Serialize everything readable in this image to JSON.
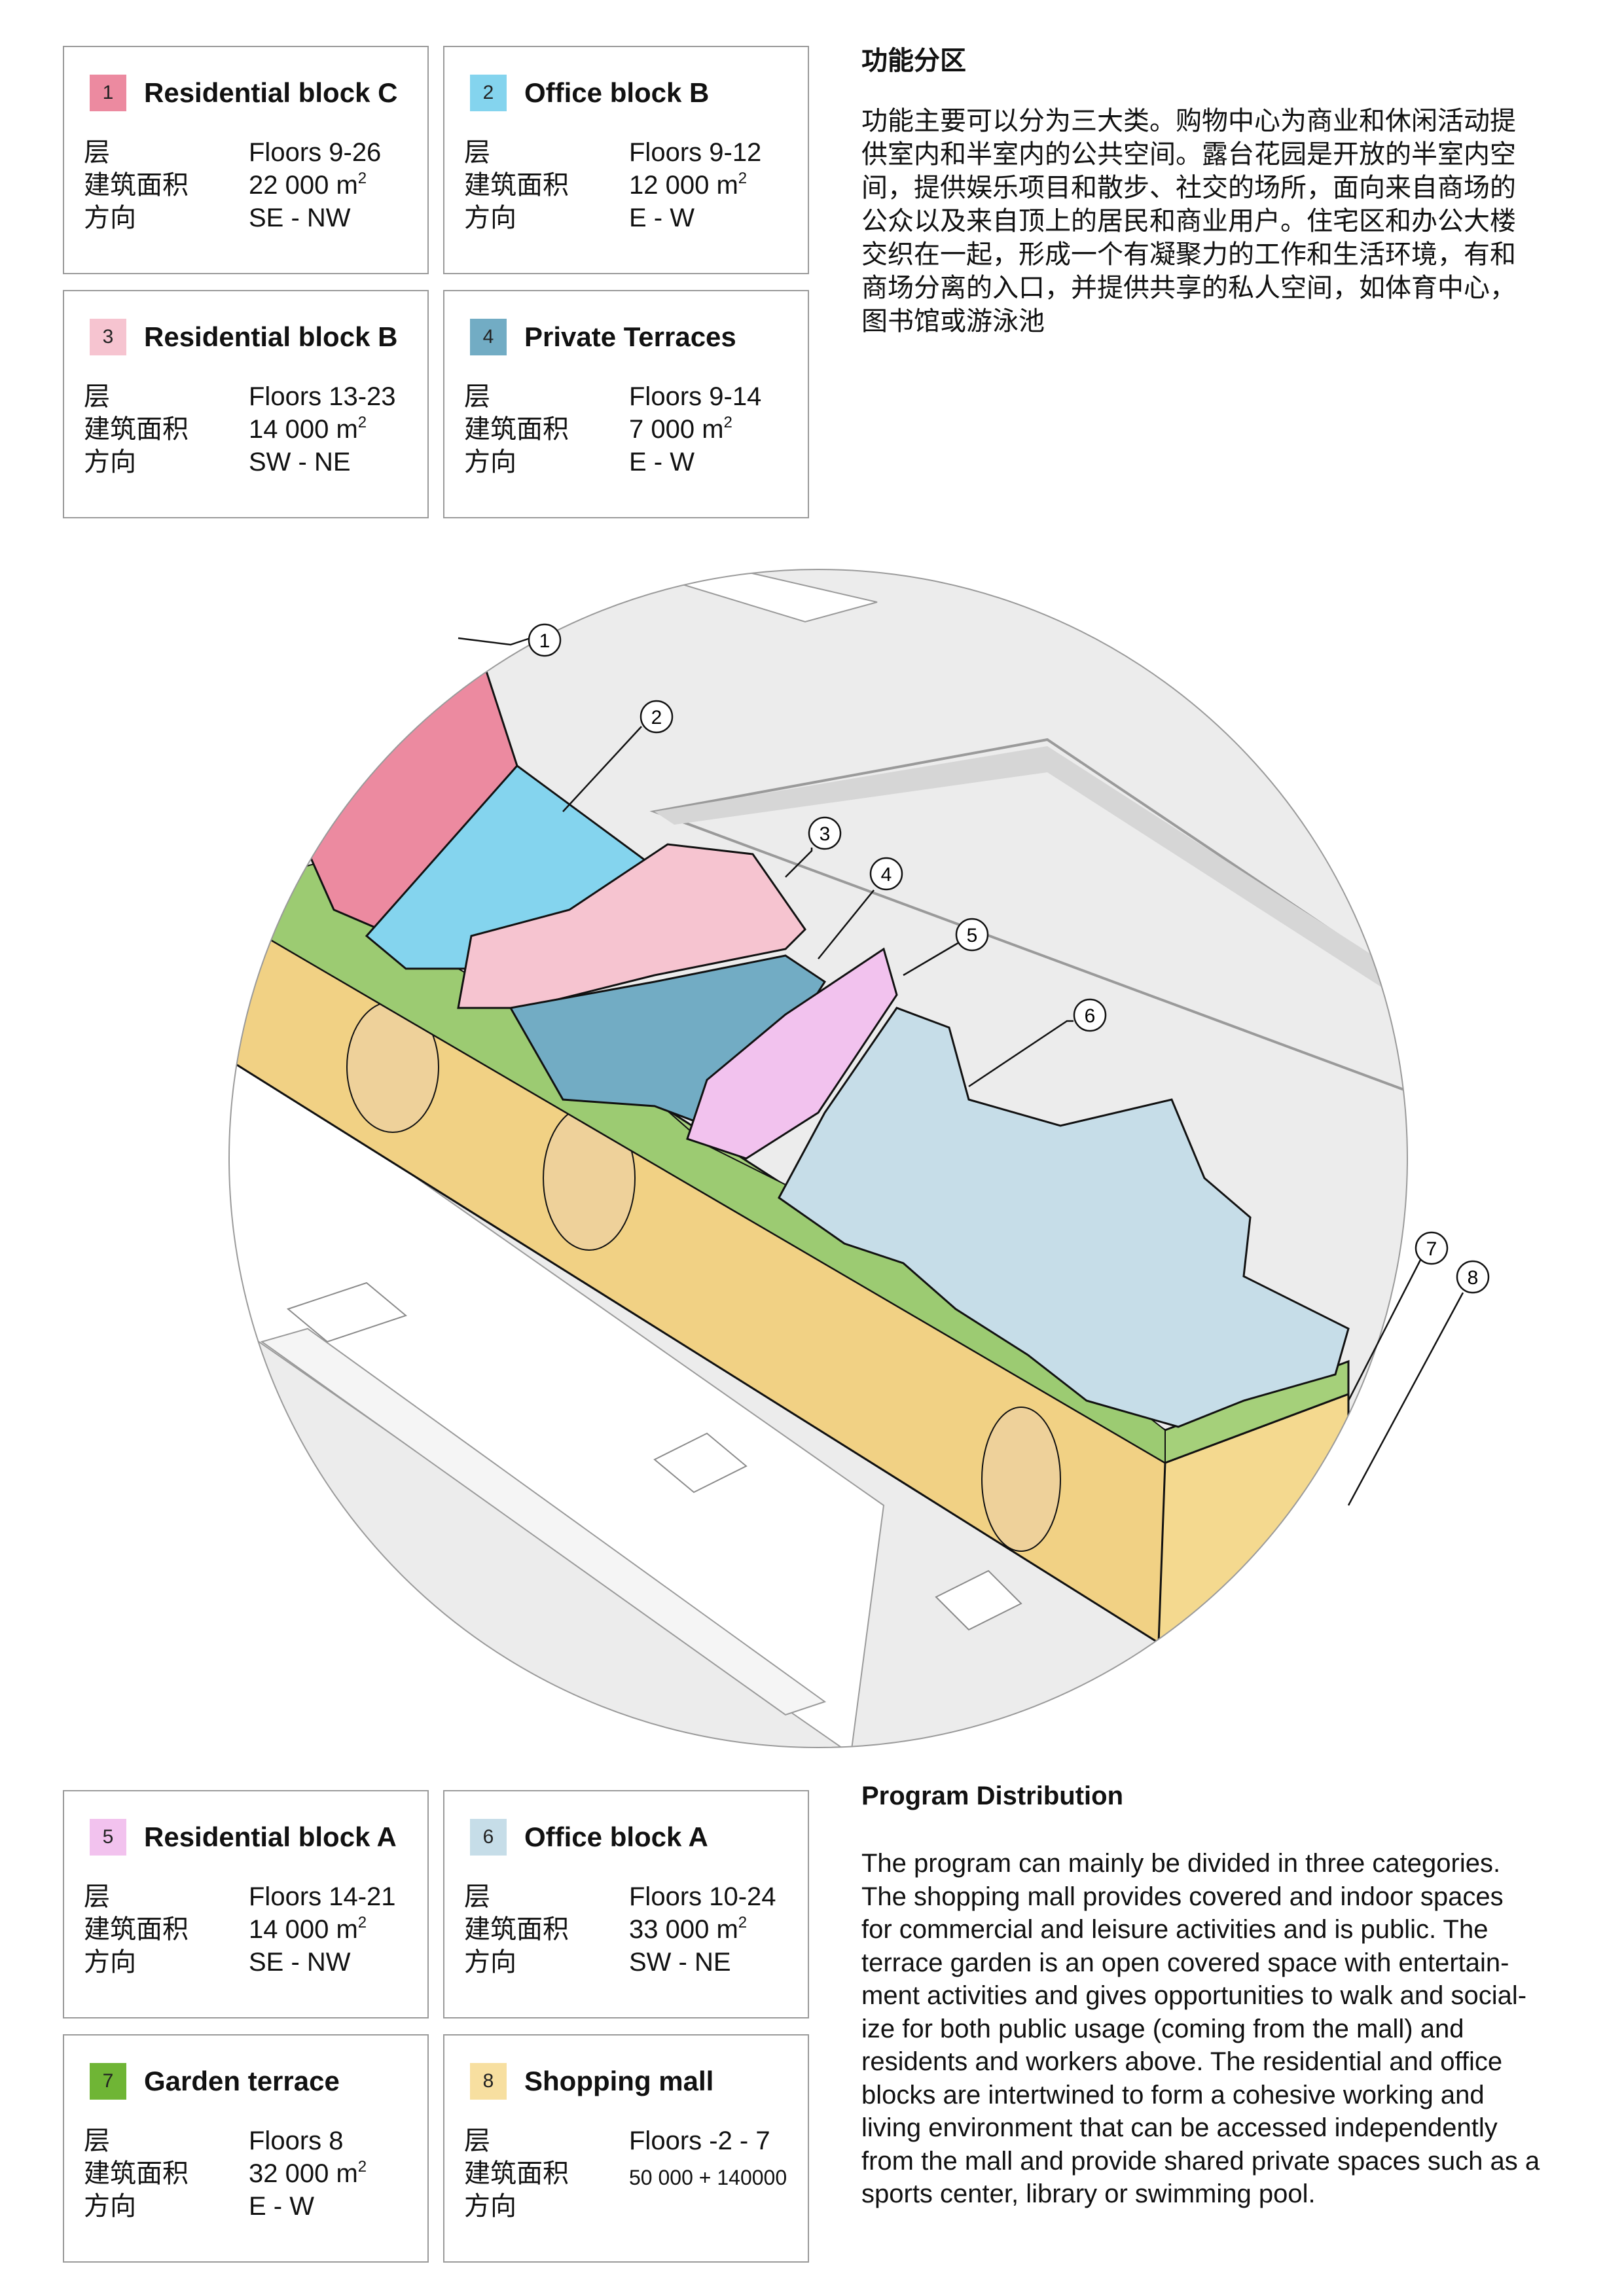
{
  "labels": {
    "floors": "层",
    "area": "建筑面积",
    "orientation": "方向"
  },
  "cards": [
    {
      "num": "1",
      "name": "Residential block C",
      "floors": "Floors 9-26",
      "area": "22 000 m",
      "area_sup": "2",
      "orientation": "SE - NW",
      "color": "#ec8aa0"
    },
    {
      "num": "2",
      "name": "Office block B",
      "floors": "Floors 9-12",
      "area": "12 000 m",
      "area_sup": "2",
      "orientation": "E - W",
      "color": "#84d4ee"
    },
    {
      "num": "3",
      "name": "Residential block B",
      "floors": "Floors 13-23",
      "area": "14 000 m",
      "area_sup": "2",
      "orientation": "SW - NE",
      "color": "#f6c4d0"
    },
    {
      "num": "4",
      "name": "Private Terraces",
      "floors": "Floors 9-14",
      "area": "7 000 m",
      "area_sup": "2",
      "orientation": "E - W",
      "color": "#72acc4"
    },
    {
      "num": "5",
      "name": "Residential block A",
      "floors": "Floors 14-21",
      "area": "14 000 m",
      "area_sup": "2",
      "orientation": "SE - NW",
      "color": "#f2c2ee"
    },
    {
      "num": "6",
      "name": "Office block A",
      "floors": "Floors 10-24",
      "area": "33 000 m",
      "area_sup": "2",
      "orientation": "SW - NE",
      "color": "#c6dde8"
    },
    {
      "num": "7",
      "name": "Garden terrace",
      "floors": "Floors 8",
      "area": "32 000 m",
      "area_sup": "2",
      "orientation": "E - W",
      "color": "#6fb535"
    },
    {
      "num": "8",
      "name": "Shopping mall",
      "floors": "Floors -2 - 7",
      "area": "50 000 + 140000",
      "area_sup": "",
      "orientation": "",
      "color": "#f7dfa0"
    }
  ],
  "zh": {
    "title": "功能分区",
    "lines": [
      "功能主要可以分为三大类。购物中心为商业和休闲活动提",
      "供室内和半室内的公共空间。露台花园是开放的半室内空",
      "间，提供娱乐项目和散步、社交的场所，面向来自商场的",
      "公众以及来自顶上的居民和商业用户。住宅区和办公大楼",
      "交织在一起，形成一个有凝聚力的工作和生活环境，有和",
      "商场分离的入口，并提供共享的私人空间，如体育中心，",
      "图书馆或游泳池"
    ]
  },
  "en": {
    "title": "Program Distribution",
    "lines": [
      "The program can mainly be divided in three categories.",
      "The shopping mall provides covered and indoor spaces",
      "for commercial and leisure activities and is public. The",
      "terrace garden is an open covered space with entertain-",
      "ment activities and gives opportunities to walk and social-",
      "ize for both public usage (coming from the mall) and",
      "residents and workers above. The residential and office",
      "blocks are intertwined to form a cohesive working and",
      "living environment that can be accessed independently",
      "from the mall and provide shared private spaces such as a",
      "sports center, library or swimming pool."
    ]
  },
  "callouts": [
    "1",
    "2",
    "3",
    "4",
    "5",
    "6",
    "7",
    "8"
  ],
  "colors": {
    "mall": "#f4d98f",
    "garden": "#a5d07a",
    "ground": "#ececec",
    "road": "#ffffff",
    "outline": "#111111"
  }
}
